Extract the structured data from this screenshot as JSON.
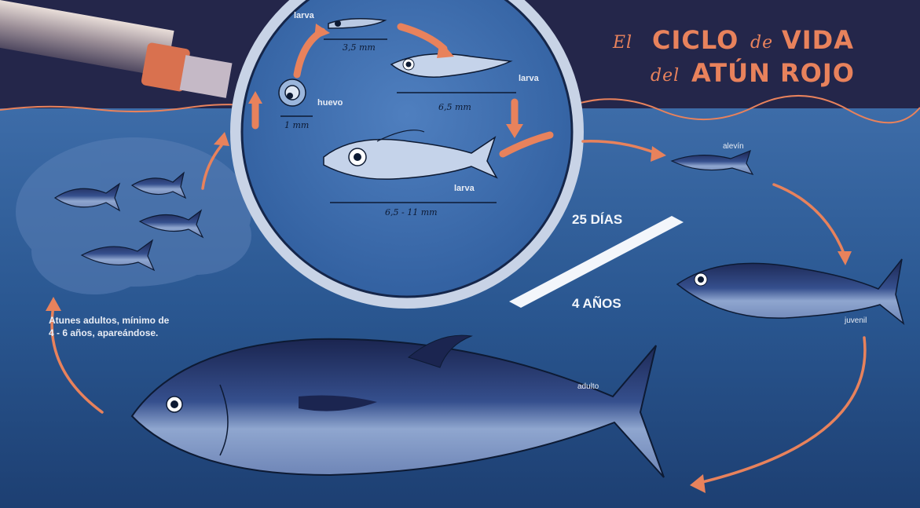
{
  "title": {
    "line1_small": "El",
    "line1_big": "CICLO",
    "line1_small2": "de",
    "line1_big2": "VIDA",
    "line2_small": "del",
    "line2_big": "ATÚN ROJO"
  },
  "stages": {
    "egg_label": "huevo",
    "egg_size": "1 mm",
    "larva1_label": "larva",
    "larva1_size": "3,5 mm",
    "larva2_label": "larva",
    "larva2_size": "6,5 mm",
    "larva3_label": "larva",
    "larva3_size": "6,5 - 11 mm",
    "alevin_label": "alevín",
    "juvenile_label": "juvenil",
    "adult_label": "adulto"
  },
  "periods": {
    "days": "25 DÍAS",
    "years": "4 AÑOS"
  },
  "spawning_note": {
    "line1": "Atunes adultos, mínimo de",
    "line2": "4 - 6 años, apareándose."
  },
  "colors": {
    "sky": "#24264a",
    "sea": "#214a82",
    "arrow": "#e8825c",
    "fish_dark": "#1e2a55",
    "fish_light": "#8fa6cf"
  }
}
